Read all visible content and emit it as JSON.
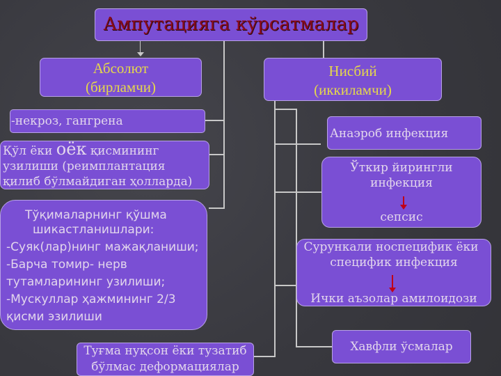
{
  "title": "Ампутацияга кўрсатмалар",
  "absolute": {
    "heading_line1": "Абсолют",
    "heading_line2": "(бирламчи)",
    "items": {
      "necrosis": "-некроз, гангрена",
      "limb_pre": "Қўл ёки ",
      "limb_big": "оёк",
      "limb_post": " қисмининг",
      "limb_line2": "узилиши (реимплантация",
      "limb_line3": " қилиб бўлмайдиган ҳолларда)",
      "tissue_line1": "Тўқималарнинг қўшма",
      "tissue_line2": "шикастланишлари:",
      "tissue_line3": "-Суяк(лар)нинг мажақланиши;",
      "tissue_line4": "-Барча томир- нерв",
      "tissue_line5": " тутамларининг узилиши;",
      "tissue_line6": "-Мускуллар ҳажмининг 2/3",
      "tissue_line7": " қисми эзилиши",
      "congenital_line1": "Туғма нуқсон ёки тузатиб",
      "congenital_line2": "бўлмас деформациялар"
    }
  },
  "relative": {
    "heading_line1": "Нисбий",
    "heading_line2": "(иккиламчи)",
    "items": {
      "anaerobic": "Анаэроб инфекция",
      "acute_line1": "Ўткир йирингли",
      "acute_line2": "инфекция",
      "acute_result": "сепсис",
      "chronic_line1": "Сурункали носпецифик ёки",
      "chronic_line2": "специфик инфекция",
      "chronic_result": "Ички аъзолар амилоидози",
      "tumors": "Хавфли ўсмалар"
    }
  },
  "colors": {
    "box": "#7a4fd4",
    "title_text": "#8a0a1c",
    "heading_text": "#e6d84a",
    "arrow": "#c00018",
    "background": "#3a3a40"
  }
}
